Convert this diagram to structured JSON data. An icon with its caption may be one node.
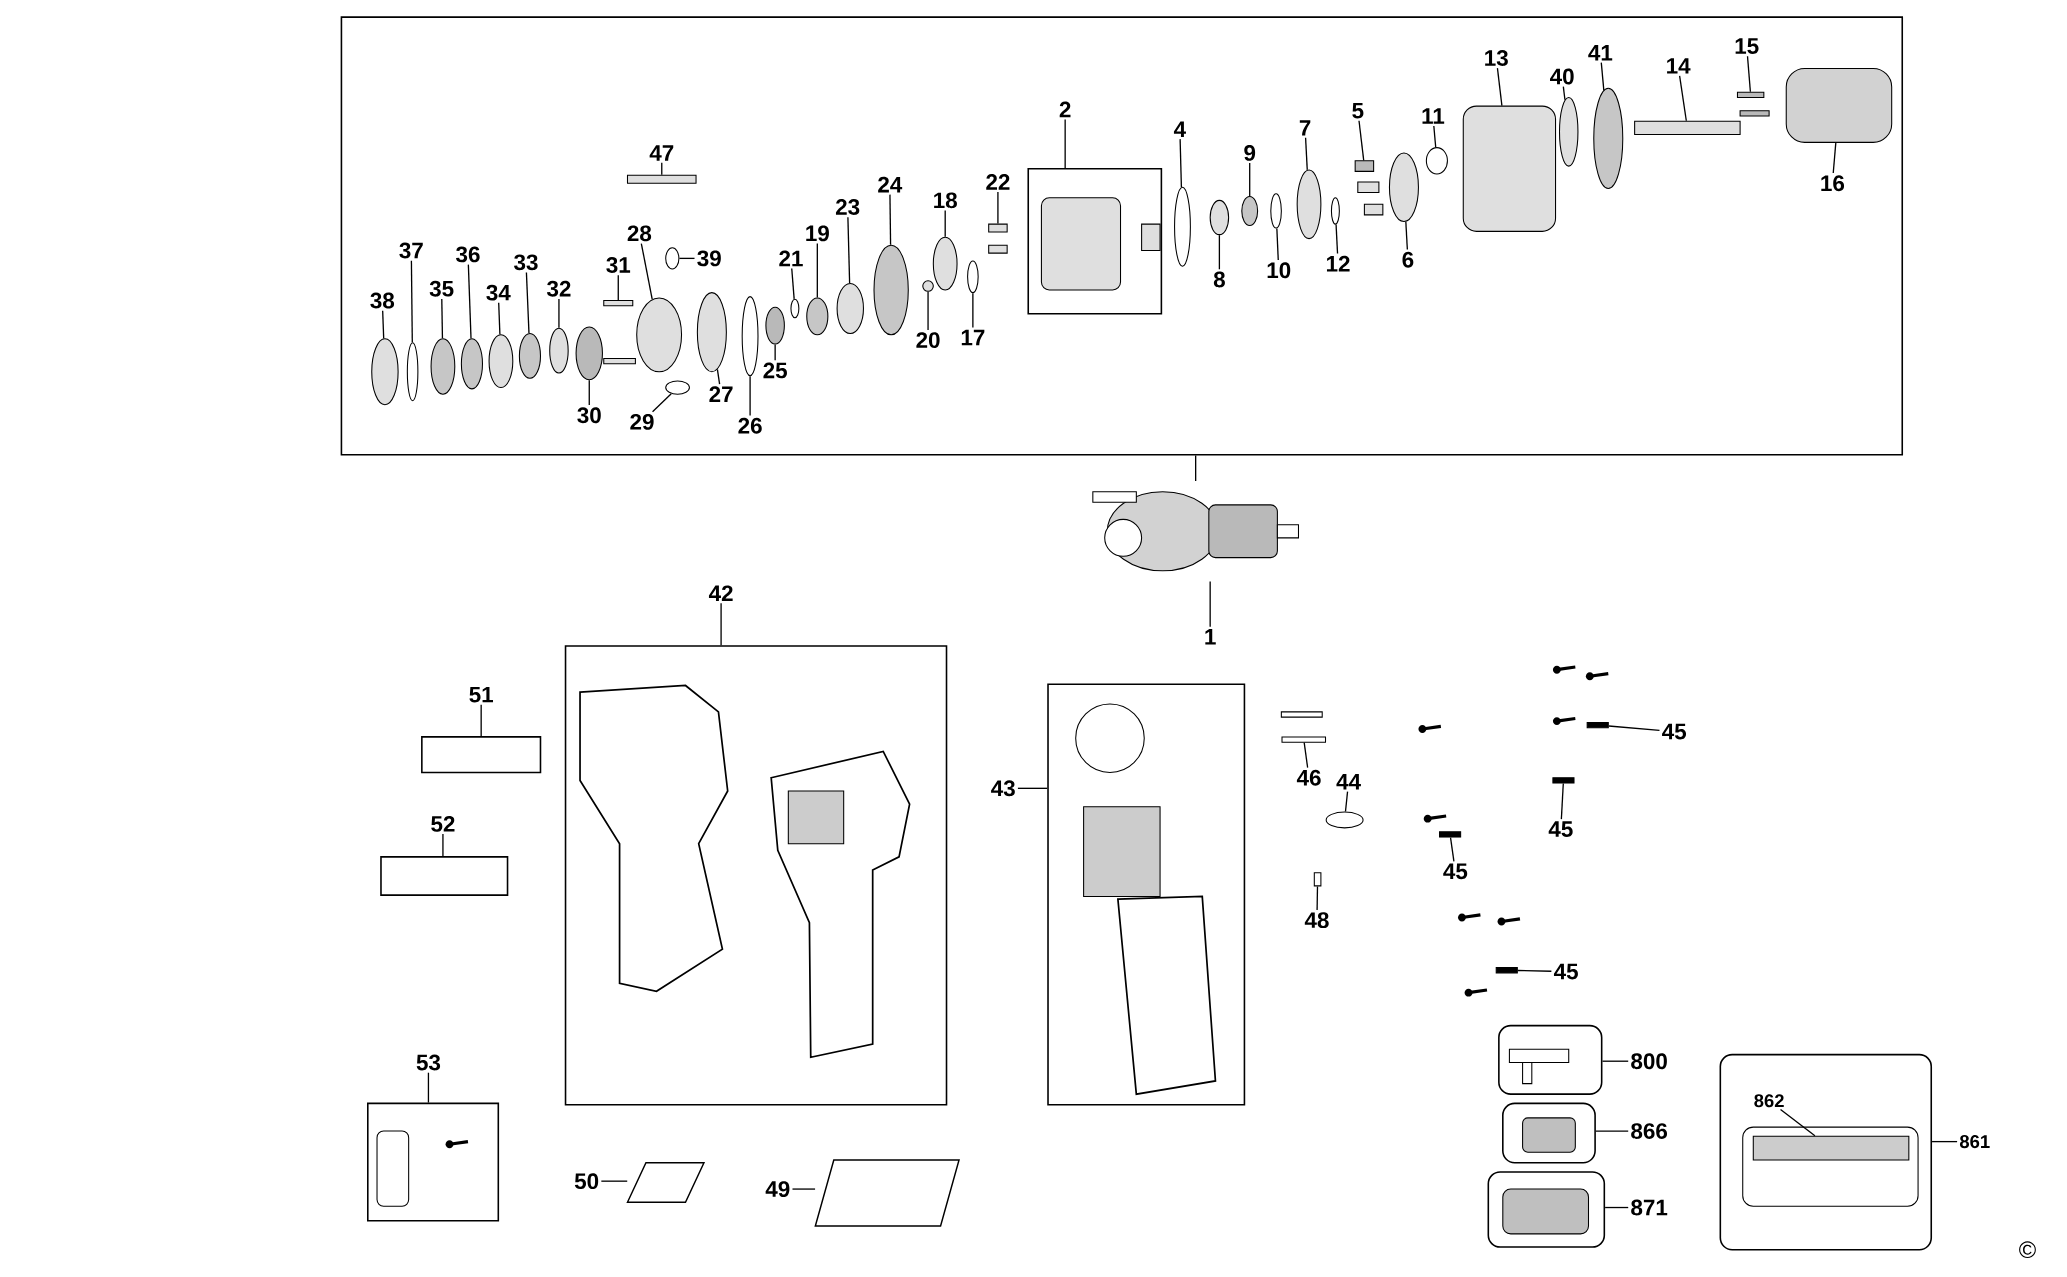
{
  "diagram": {
    "nodes": [
      {
        "text": [],
        "shape": "box"
      },
      {
        "text": [
          "38"
        ],
        "in": 0
      },
      {
        "text": [
          "37"
        ],
        "in": 0
      },
      {
        "text": [
          "35"
        ],
        "in": 0
      },
      {
        "text": [
          "36"
        ],
        "in": 0
      },
      {
        "text": [
          "34"
        ],
        "in": 0
      },
      {
        "text": [
          "33"
        ],
        "in": 0
      },
      {
        "text": [
          "32"
        ],
        "in": 0
      },
      {
        "text": [
          "30"
        ],
        "in": 0
      },
      {
        "text": [
          "31"
        ],
        "in": 0
      },
      {
        "text": [
          "29"
        ],
        "in": 0
      },
      {
        "text": [
          "28"
        ],
        "in": 0
      },
      {
        "text": [
          "47"
        ],
        "in": 0
      },
      {
        "text": [
          "39"
        ],
        "in": 0
      },
      {
        "text": [
          "27"
        ],
        "in": 0
      },
      {
        "text": [
          "26"
        ],
        "in": 0
      },
      {
        "text": [
          "25"
        ],
        "in": 0
      },
      {
        "text": [
          "21"
        ],
        "in": 0
      },
      {
        "text": [
          "19"
        ],
        "in": 0
      },
      {
        "text": [
          "23"
        ],
        "in": 0
      },
      {
        "text": [
          "24"
        ],
        "in": 0
      },
      {
        "text": [
          "18"
        ],
        "in": 0
      },
      {
        "text": [
          "20"
        ],
        "in": 0
      },
      {
        "text": [
          "17"
        ],
        "in": 0
      },
      {
        "text": [
          "22"
        ],
        "in": 0
      },
      {
        "text": [],
        "shape": "box",
        "in": 0
      },
      {
        "text": [
          "2"
        ],
        "in": 0
      },
      {
        "text": [
          "4"
        ],
        "in": 0
      },
      {
        "text": [
          "8"
        ],
        "in": 0
      },
      {
        "text": [
          "9"
        ],
        "in": 0
      },
      {
        "text": [
          "10"
        ],
        "in": 0
      },
      {
        "text": [
          "7"
        ],
        "in": 0
      },
      {
        "text": [
          "12"
        ],
        "in": 0
      },
      {
        "text": [
          "5"
        ],
        "in": 0
      },
      {
        "text": [
          "6"
        ],
        "in": 0
      },
      {
        "text": [
          "11"
        ],
        "in": 0
      },
      {
        "text": [
          "13"
        ],
        "in": 0
      },
      {
        "text": [
          "40"
        ],
        "in": 0
      },
      {
        "text": [
          "41"
        ],
        "in": 0
      },
      {
        "text": [
          "14"
        ],
        "in": 0
      },
      {
        "text": [
          "15"
        ],
        "in": 0
      },
      {
        "text": [
          "16"
        ],
        "in": 0
      },
      {
        "text": [],
        "shape": "picture"
      },
      {
        "text": [
          "1"
        ]
      },
      {
        "text": [
          "42"
        ]
      },
      {
        "text": [],
        "shape": "box"
      },
      {
        "text": [
          "43"
        ]
      },
      {
        "text": [],
        "shape": "box"
      },
      {
        "text": [
          "51"
        ]
      },
      {
        "text": [],
        "shape": "box"
      },
      {
        "text": [
          "52"
        ]
      },
      {
        "text": [],
        "shape": "box"
      },
      {
        "text": [
          "53"
        ]
      },
      {
        "text": [],
        "shape": "box"
      },
      {
        "text": [
          "50"
        ]
      },
      {
        "text": [],
        "shape": "parallelogram"
      },
      {
        "text": [
          "49"
        ]
      },
      {
        "text": [],
        "shape": "parallelogram"
      },
      {
        "text": [],
        "shape": "box"
      },
      {
        "text": [
          "800"
        ]
      },
      {
        "text": [],
        "shape": "box"
      },
      {
        "text": [
          "866"
        ]
      },
      {
        "text": [],
        "shape": "box"
      },
      {
        "text": [
          "871"
        ]
      },
      {
        "text": [],
        "shape": "box"
      },
      {
        "text": [
          "862"
        ],
        "in": 64
      },
      {
        "text": [
          "861"
        ]
      },
      {
        "text": [
          "46"
        ]
      },
      {
        "text": [
          "44"
        ]
      },
      {
        "text": [
          "48"
        ]
      },
      {
        "text": [
          "45"
        ]
      },
      {
        "text": [
          "45"
        ]
      },
      {
        "text": [
          "45"
        ]
      },
      {
        "text": [
          "45"
        ]
      },
      {
        "text": [],
        "shape": "circle",
        "in": 0
      },
      {
        "text": [],
        "shape": "circle",
        "in": 0
      },
      {
        "text": [],
        "shape": "circle",
        "in": 0
      },
      {
        "text": [],
        "shape": "circle",
        "in": 0
      },
      {
        "text": [],
        "shape": "circle",
        "in": 0
      },
      {
        "text": [],
        "shape": "circle",
        "in": 0
      },
      {
        "text": [],
        "shape": "circle",
        "in": 0
      },
      {
        "text": [],
        "shape": "circle",
        "in": 0
      },
      {
        "text": [],
        "shape": "box",
        "in": 0
      },
      {
        "text": [],
        "shape": "circle",
        "in": 0
      },
      {
        "text": [],
        "shape": "box",
        "in": 0
      },
      {
        "text": [],
        "shape": "circle",
        "in": 0
      },
      {
        "text": [],
        "shape": "circle",
        "in": 0
      },
      {
        "text": [],
        "shape": "circle",
        "in": 0
      },
      {
        "text": [],
        "shape": "circle",
        "in": 0
      },
      {
        "text": [],
        "shape": "circle",
        "in": 0
      },
      {
        "text": [],
        "shape": "circle",
        "in": 0
      },
      {
        "text": [],
        "shape": "circle",
        "in": 0
      },
      {
        "text": [],
        "shape": "circle",
        "in": 0
      },
      {
        "text": [],
        "shape": "circle",
        "in": 0
      },
      {
        "text": [],
        "shape": "circle",
        "in": 0
      },
      {
        "text": [],
        "shape": "circle",
        "in": 0
      },
      {
        "text": [],
        "shape": "circle",
        "in": 0
      },
      {
        "text": [],
        "shape": "box",
        "in": 0
      },
      {
        "text": [],
        "shape": "circle",
        "in": 0
      },
      {
        "text": [],
        "shape": "circle",
        "in": 0
      },
      {
        "text": [],
        "shape": "circle",
        "in": 0
      },
      {
        "text": [],
        "shape": "circle",
        "in": 0
      },
      {
        "text": [],
        "shape": "circle",
        "in": 0
      },
      {
        "text": [],
        "shape": "circle",
        "in": 0
      },
      {
        "text": [],
        "shape": "box",
        "in": 0
      },
      {
        "text": [],
        "shape": "circle",
        "in": 0
      },
      {
        "text": [],
        "shape": "circle",
        "in": 0
      },
      {
        "text": [],
        "shape": "box",
        "in": 0
      },
      {
        "text": [],
        "shape": "circle",
        "in": 0
      },
      {
        "text": [],
        "shape": "circle",
        "in": 0
      },
      {
        "text": [],
        "shape": "box",
        "in": 0
      },
      {
        "text": [],
        "shape": "box",
        "in": 0
      },
      {
        "text": [],
        "shape": "box",
        "in": 0
      },
      {
        "text": [],
        "shape": "box"
      },
      {
        "text": [],
        "shape": "box"
      },
      {
        "text": [],
        "shape": "box"
      },
      {
        "text": [],
        "shape": "circle"
      },
      {
        "text": [],
        "shape": "box"
      },
      {
        "text": [],
        "shape": "box"
      },
      {
        "text": [],
        "shape": "box"
      },
      {
        "text": [],
        "shape": "box",
        "in": 64
      }
    ],
    "edges": [
      {
        "from": 1,
        "to": 74,
        "arrow": "none"
      },
      {
        "from": 2,
        "to": 75,
        "arrow": "none"
      },
      {
        "from": 3,
        "to": 76,
        "arrow": "none"
      },
      {
        "from": 4,
        "to": 77,
        "arrow": "none"
      },
      {
        "from": 5,
        "to": 78,
        "arrow": "none"
      },
      {
        "from": 6,
        "to": 79,
        "arrow": "none"
      },
      {
        "from": 7,
        "to": 80,
        "arrow": "none"
      },
      {
        "from": 8,
        "to": 81,
        "arrow": "none"
      },
      {
        "from": 9,
        "to": 82,
        "arrow": "none"
      },
      {
        "from": 10,
        "to": 86,
        "arrow": "none"
      },
      {
        "from": 11,
        "to": 83,
        "arrow": "none"
      },
      {
        "from": 12,
        "to": 84,
        "arrow": "none"
      },
      {
        "from": 13,
        "to": 85,
        "arrow": "none"
      },
      {
        "from": 14,
        "to": 87,
        "arrow": "none"
      },
      {
        "from": 15,
        "to": 88,
        "arrow": "none"
      },
      {
        "from": 16,
        "to": 89,
        "arrow": "none"
      },
      {
        "from": 17,
        "to": 90,
        "arrow": "none"
      },
      {
        "from": 18,
        "to": 91,
        "arrow": "none"
      },
      {
        "from": 19,
        "to": 92,
        "arrow": "none"
      },
      {
        "from": 20,
        "to": 93,
        "arrow": "none"
      },
      {
        "from": 21,
        "to": 95,
        "arrow": "none"
      },
      {
        "from": 22,
        "to": 94,
        "arrow": "none"
      },
      {
        "from": 23,
        "to": 96,
        "arrow": "none"
      },
      {
        "from": 24,
        "to": 97,
        "arrow": "none"
      },
      {
        "from": 26,
        "to": 25,
        "arrow": "none"
      },
      {
        "from": 27,
        "to": 98,
        "arrow": "none"
      },
      {
        "from": 28,
        "to": 99,
        "arrow": "none"
      },
      {
        "from": 29,
        "to": 100,
        "arrow": "none"
      },
      {
        "from": 30,
        "to": 101,
        "arrow": "none"
      },
      {
        "from": 31,
        "to": 102,
        "arrow": "none"
      },
      {
        "from": 32,
        "to": 103,
        "arrow": "none"
      },
      {
        "from": 33,
        "to": 104,
        "arrow": "none"
      },
      {
        "from": 34,
        "to": 105,
        "arrow": "none"
      },
      {
        "from": 35,
        "to": 106,
        "arrow": "none"
      },
      {
        "from": 36,
        "to": 107,
        "arrow": "none"
      },
      {
        "from": 37,
        "to": 108,
        "arrow": "none"
      },
      {
        "from": 38,
        "to": 109,
        "arrow": "none"
      },
      {
        "from": 39,
        "to": 110,
        "arrow": "none"
      },
      {
        "from": 40,
        "to": 111,
        "arrow": "none"
      },
      {
        "from": 41,
        "to": 112,
        "arrow": "none"
      },
      {
        "from": 0,
        "to": 42,
        "arrow": "none"
      },
      {
        "from": 43,
        "to": 42,
        "arrow": "none"
      },
      {
        "from": 44,
        "to": 45,
        "arrow": "none"
      },
      {
        "from": 46,
        "to": 47,
        "arrow": "none"
      },
      {
        "from": 48,
        "to": 49,
        "arrow": "none"
      },
      {
        "from": 50,
        "to": 51,
        "arrow": "none"
      },
      {
        "from": 52,
        "to": 53,
        "arrow": "none"
      },
      {
        "from": 54,
        "to": 55,
        "arrow": "none"
      },
      {
        "from": 56,
        "to": 57,
        "arrow": "none"
      },
      {
        "from": 59,
        "to": 58,
        "arrow": "none"
      },
      {
        "from": 61,
        "to": 60,
        "arrow": "none"
      },
      {
        "from": 63,
        "to": 62,
        "arrow": "none"
      },
      {
        "from": 65,
        "to": 120,
        "arrow": "none"
      },
      {
        "from": 66,
        "to": 64,
        "arrow": "none"
      },
      {
        "from": 67,
        "to": 113,
        "arrow": "none"
      },
      {
        "from": 68,
        "to": 116,
        "arrow": "none"
      },
      {
        "from": 69,
        "to": 118,
        "arrow": "none"
      },
      {
        "from": 70,
        "to": 114,
        "arrow": "none"
      },
      {
        "from": 71,
        "to": 115,
        "arrow": "none"
      },
      {
        "from": 72,
        "to": 117,
        "arrow": "none"
      },
      {
        "from": 73,
        "to": 119,
        "arrow": "none"
      }
    ],
    "labels": [
      "©"
    ]
  }
}
